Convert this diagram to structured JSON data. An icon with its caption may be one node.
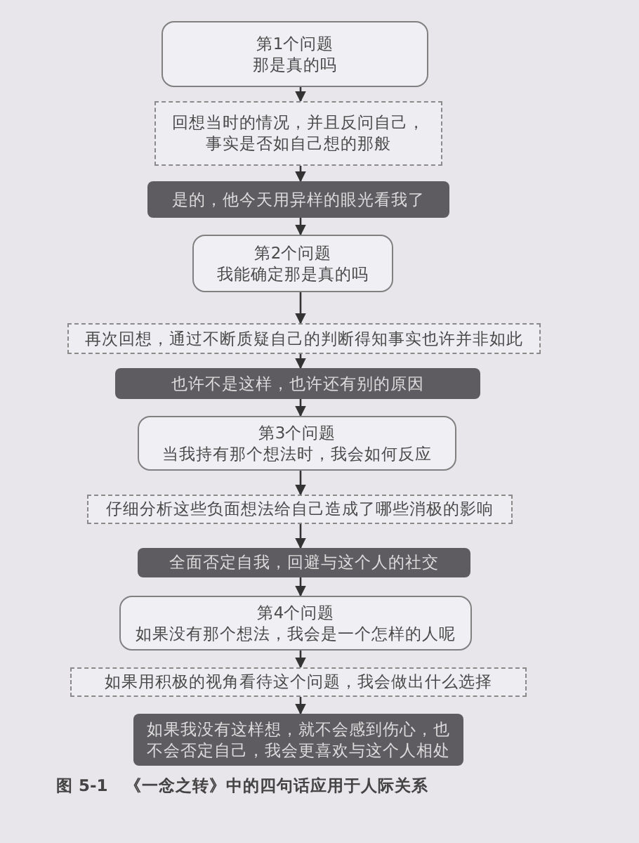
{
  "diagram": {
    "caption": "图 5-1　《一念之转》中的四句话应用于人际关系",
    "nodes": [
      {
        "text": [
          "第1个问题",
          "那是真的吗"
        ]
      },
      {
        "text": [
          "回想当时的情况，并且反问自己，事实是否如自己想的那般"
        ]
      },
      {
        "text": [
          "是的，他今天用异样的眼光看我了"
        ]
      },
      {
        "text": [
          "第2个问题",
          "我能确定那是真的吗"
        ]
      },
      {
        "text": [
          "再次回想，通过不断质疑自己的判断得知事实也许并非如此"
        ]
      },
      {
        "text": [
          "也许不是这样，也许还有别的原因"
        ]
      },
      {
        "text": [
          "第3个问题",
          "当我持有那个想法时，我会如何反应"
        ]
      },
      {
        "text": [
          "仔细分析这些负面想法给自己造成了哪些消极的影响"
        ]
      },
      {
        "text": [
          "全面否定自我，回避与这个人的社交"
        ]
      },
      {
        "text": [
          "第4个问题",
          "如果没有那个想法，我会是一个怎样的人呢"
        ]
      },
      {
        "text": [
          "如果用积极的视角看待这个问题，我会做出什么选择"
        ]
      },
      {
        "text": [
          "如果我没有这样想，就不会感到伤心，也不会否定自己，我会更喜欢与这个人相处"
        ]
      }
    ],
    "edges": [
      {
        "from": 0,
        "to": 1,
        "arrow": "to"
      },
      {
        "from": 1,
        "to": 2,
        "arrow": "to"
      },
      {
        "from": 2,
        "to": 3,
        "arrow": "to"
      },
      {
        "from": 3,
        "to": 4,
        "arrow": "to"
      },
      {
        "from": 4,
        "to": 5,
        "arrow": "to"
      },
      {
        "from": 5,
        "to": 6,
        "arrow": "to"
      },
      {
        "from": 6,
        "to": 7,
        "arrow": "to"
      },
      {
        "from": 7,
        "to": 8,
        "arrow": "to"
      },
      {
        "from": 8,
        "to": 9,
        "arrow": "to"
      },
      {
        "from": 9,
        "to": 10,
        "arrow": "to"
      },
      {
        "from": 10,
        "to": 11,
        "arrow": "to"
      }
    ]
  }
}
